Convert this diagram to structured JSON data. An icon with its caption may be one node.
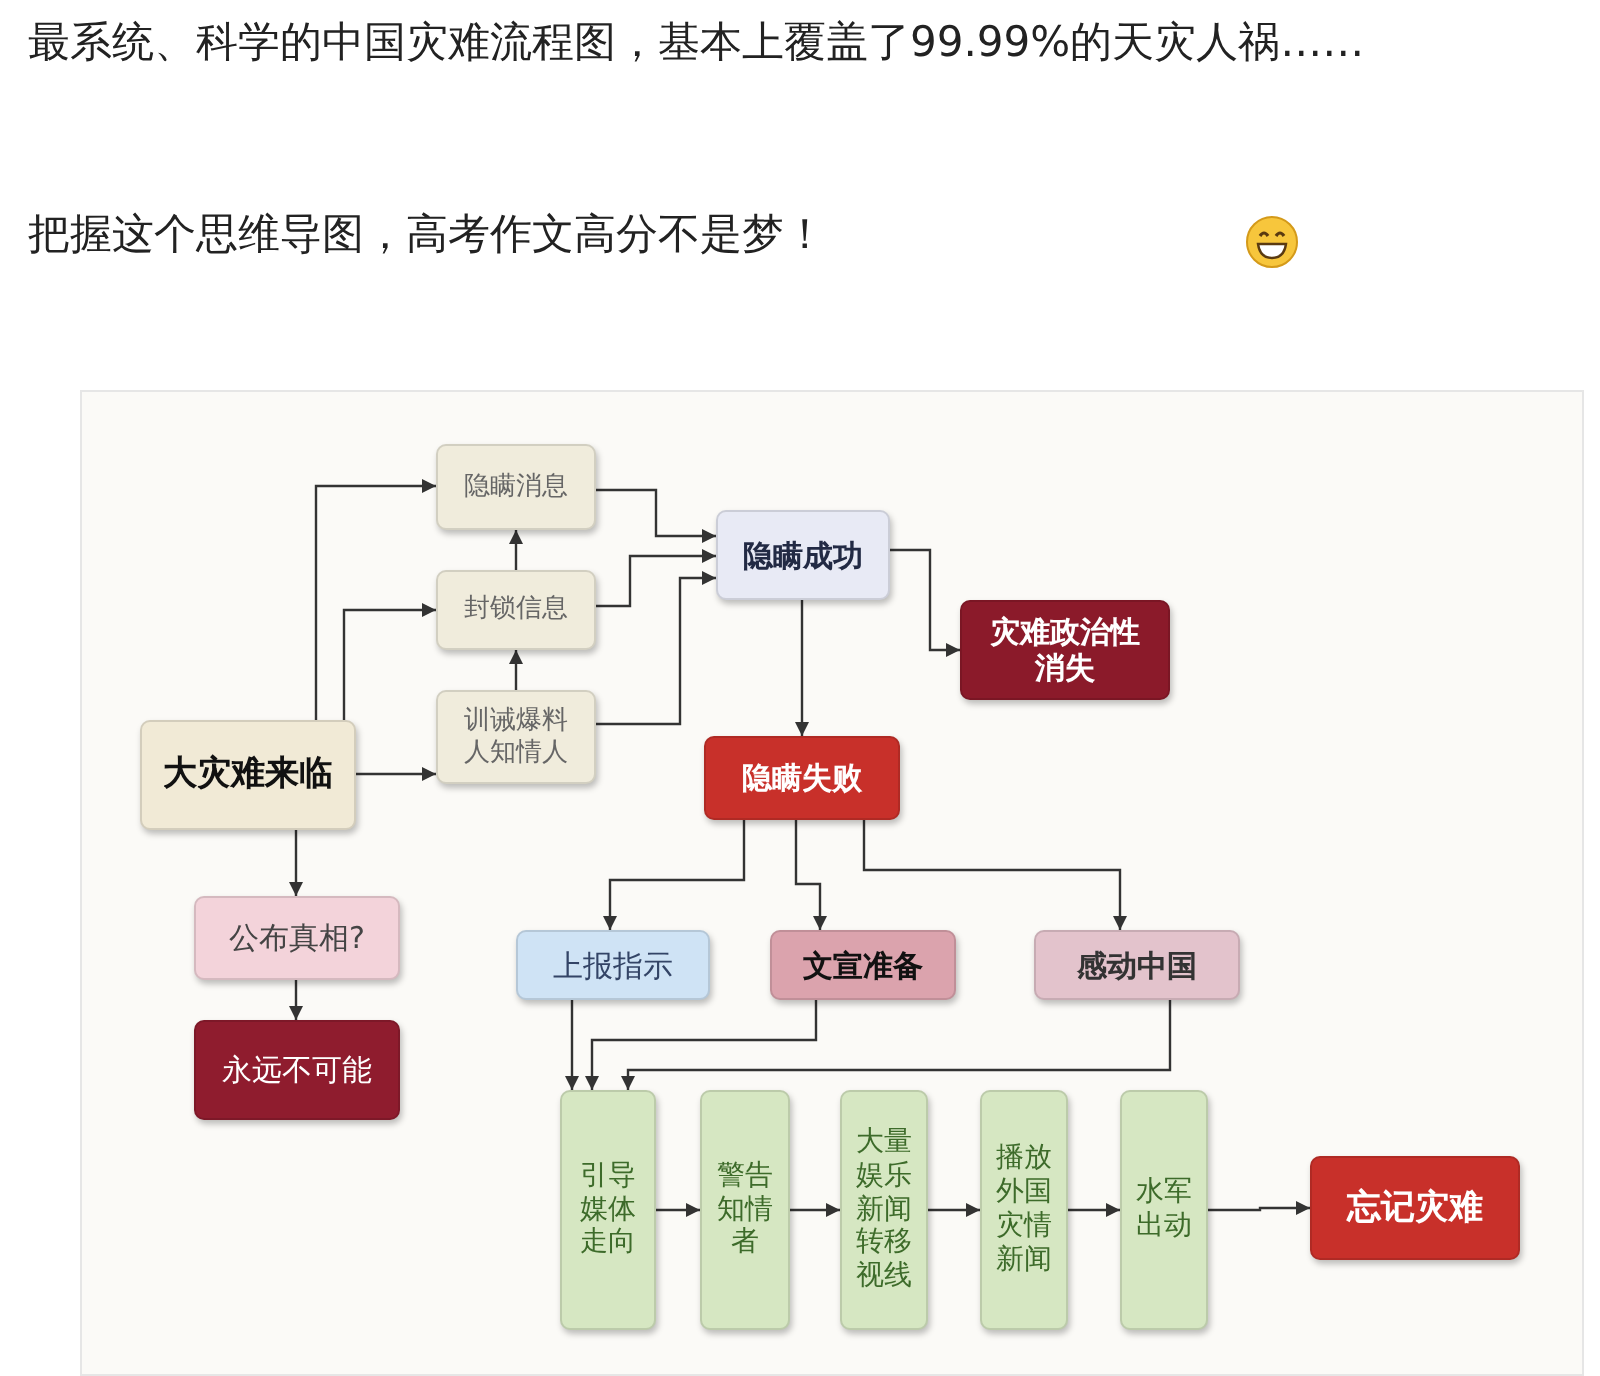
{
  "diagram": {
    "title": "最系统、科学的中国灾难流程图，基本上覆盖了99.99%的天灾人祸……",
    "labels": [
      "把握这个思维导图，高考作文高分不是梦！"
    ],
    "nodes": [
      {
        "text": [
          "大灾难来临"
        ]
      },
      {
        "text": [
          "隐瞒消息"
        ]
      },
      {
        "text": [
          "封锁信息"
        ]
      },
      {
        "text": [
          "训诫爆料人知情人"
        ]
      },
      {
        "text": [
          "隐瞒成功"
        ]
      },
      {
        "text": [
          "灾难政治性消失"
        ]
      },
      {
        "text": [
          "隐瞒失败"
        ]
      },
      {
        "text": [
          "公布真相?"
        ]
      },
      {
        "text": [
          "永远不可能"
        ]
      },
      {
        "text": [
          "上报指示"
        ]
      },
      {
        "text": [
          "文宣准备"
        ]
      },
      {
        "text": [
          "感动中国"
        ]
      },
      {
        "text": [
          "引导媒体走向"
        ]
      },
      {
        "text": [
          "警告知情者"
        ]
      },
      {
        "text": [
          "大量娱乐新闻转移视线"
        ]
      },
      {
        "text": [
          "播放外国灾情新闻"
        ]
      },
      {
        "text": [
          "水军出动"
        ]
      },
      {
        "text": [
          "忘记灾难"
        ]
      }
    ],
    "edges": [
      {
        "from": 0,
        "to": 1,
        "arrow": "to"
      },
      {
        "from": 0,
        "to": 2,
        "arrow": "to"
      },
      {
        "from": 0,
        "to": 3,
        "arrow": "to"
      },
      {
        "from": 3,
        "to": 2,
        "arrow": "to"
      },
      {
        "from": 2,
        "to": 1,
        "arrow": "to"
      },
      {
        "from": 1,
        "to": 4,
        "arrow": "to"
      },
      {
        "from": 2,
        "to": 4,
        "arrow": "to"
      },
      {
        "from": 3,
        "to": 4,
        "arrow": "to"
      },
      {
        "from": 4,
        "to": 5,
        "arrow": "to"
      },
      {
        "from": 4,
        "to": 6,
        "arrow": "to"
      },
      {
        "from": 6,
        "to": 9,
        "arrow": "to"
      },
      {
        "from": 6,
        "to": 10,
        "arrow": "to"
      },
      {
        "from": 6,
        "to": 11,
        "arrow": "to"
      },
      {
        "from": 9,
        "to": 12,
        "arrow": "to"
      },
      {
        "from": 10,
        "to": 12,
        "arrow": "to"
      },
      {
        "from": 11,
        "to": 12,
        "arrow": "to"
      },
      {
        "from": 12,
        "to": 13,
        "arrow": "to"
      },
      {
        "from": 13,
        "to": 14,
        "arrow": "to"
      },
      {
        "from": 14,
        "to": 15,
        "arrow": "to"
      },
      {
        "from": 15,
        "to": 16,
        "arrow": "to"
      },
      {
        "from": 16,
        "to": 17,
        "arrow": "to"
      },
      {
        "from": 0,
        "to": 7,
        "arrow": "to"
      },
      {
        "from": 7,
        "to": 8,
        "arrow": "to"
      }
    ]
  }
}
